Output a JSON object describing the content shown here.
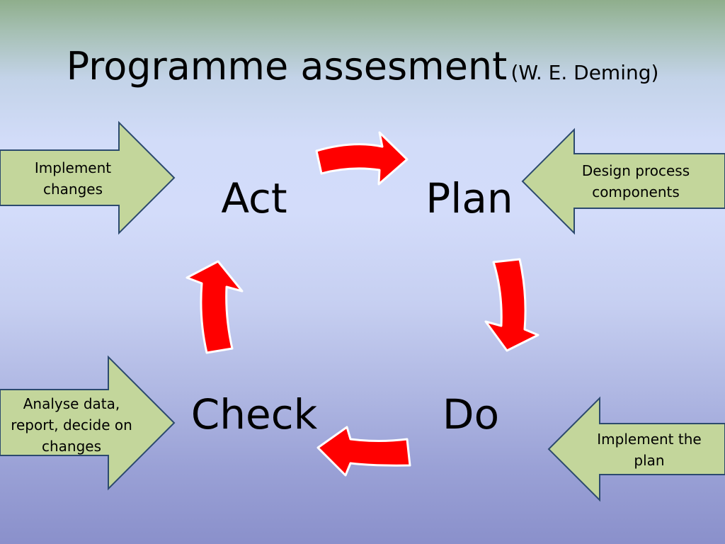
{
  "title": {
    "main": "Programme assesment",
    "sub": "(W. E. Deming)"
  },
  "cycle": {
    "stages": {
      "act": "Act",
      "plan": "Plan",
      "do": "Do",
      "check": "Check"
    }
  },
  "callouts": {
    "act": "Implement changes",
    "plan": "Design process components",
    "do": "Implement the plan",
    "check": "Analyse data, report, decide on changes"
  },
  "colors": {
    "cycle_arrow_fill": "#ff0000",
    "cycle_arrow_stroke": "#ffffff",
    "callout_fill": "#c3d69b",
    "callout_stroke": "#2c4a6e"
  }
}
